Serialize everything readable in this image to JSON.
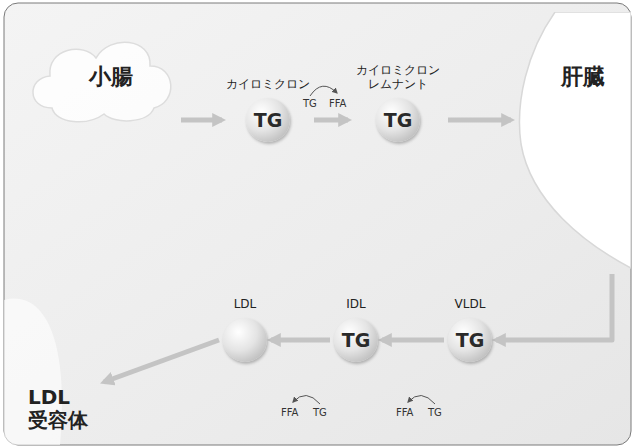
{
  "diagram": {
    "nodes": [
      {
        "text": [
          "小腸"
        ]
      },
      {
        "text": [
          "カイロミクロン",
          "TG"
        ]
      },
      {
        "text": [
          "カイロミクロン レムナント",
          "TG"
        ]
      },
      {
        "text": [
          "肝臓"
        ]
      },
      {
        "text": [
          "VLDL",
          "TG"
        ]
      },
      {
        "text": [
          "IDL",
          "TG"
        ]
      },
      {
        "text": [
          "LDL"
        ]
      },
      {
        "text": [
          "LDL 受容体"
        ]
      }
    ],
    "edges": [
      {
        "from": 0,
        "to": 1,
        "arrow": "to"
      },
      {
        "from": 1,
        "to": 2,
        "arrow": "to"
      },
      {
        "from": 2,
        "to": 3,
        "arrow": "to"
      },
      {
        "from": 3,
        "to": 4,
        "arrow": "to"
      },
      {
        "from": 4,
        "to": 5,
        "arrow": "to"
      },
      {
        "from": 5,
        "to": 6,
        "arrow": "to"
      },
      {
        "from": 6,
        "to": 7,
        "arrow": "to"
      }
    ],
    "labels": [
      "TG",
      "FFA",
      "FFA",
      "TG",
      "FFA",
      "TG"
    ]
  }
}
